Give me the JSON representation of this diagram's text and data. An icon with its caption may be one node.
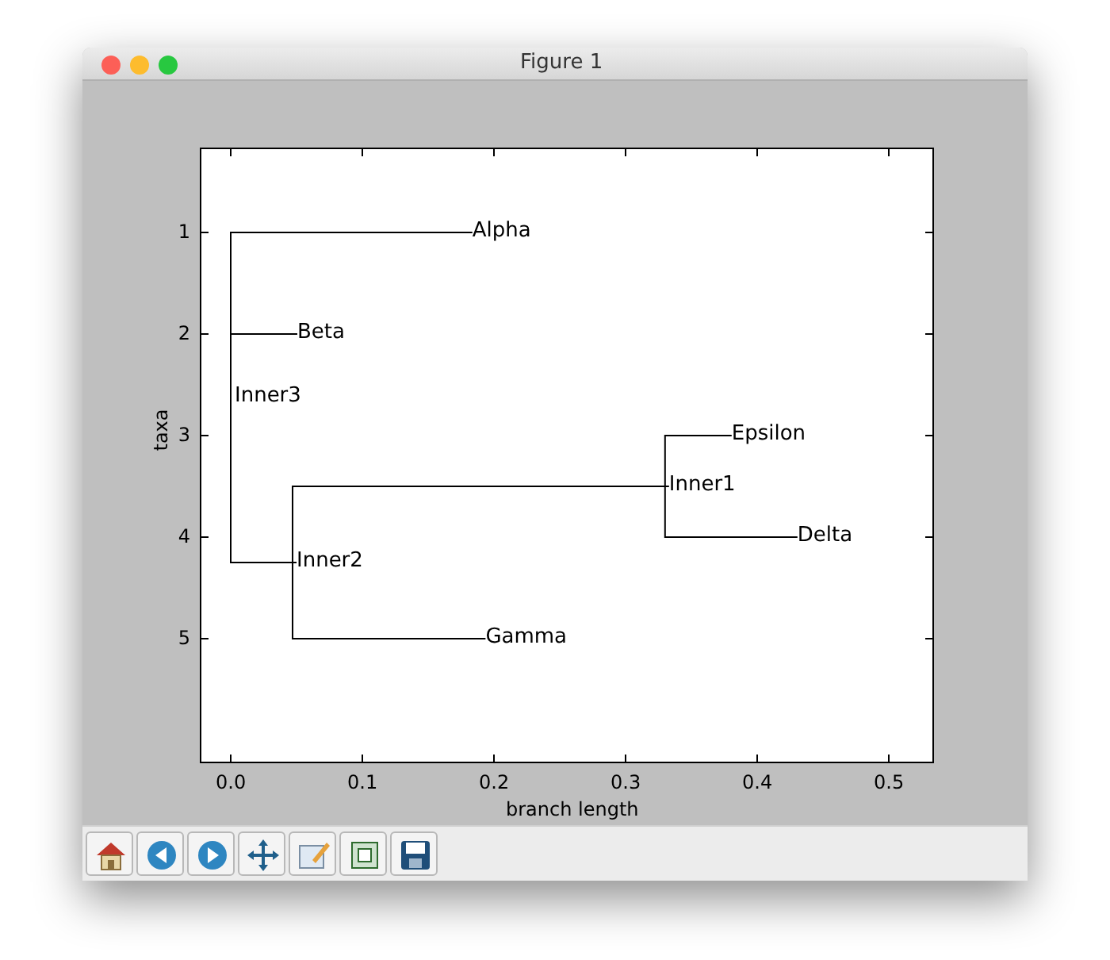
{
  "diagram": {
    "title": "Figure 1",
    "nodes": [
      {
        "text": [
          "Alpha"
        ]
      },
      {
        "text": [
          "Beta"
        ]
      },
      {
        "text": [
          "Inner3"
        ]
      },
      {
        "text": [
          "Epsilon"
        ]
      },
      {
        "text": [
          "Inner1"
        ]
      },
      {
        "text": [
          "Delta"
        ]
      },
      {
        "text": [
          "Inner2"
        ]
      },
      {
        "text": [
          "Gamma"
        ]
      }
    ],
    "edges": [
      {
        "from": 2,
        "to": 0,
        "arrow": "none"
      },
      {
        "from": 2,
        "to": 1,
        "arrow": "none"
      },
      {
        "from": 2,
        "to": 6,
        "arrow": "none"
      },
      {
        "from": 6,
        "to": 4,
        "arrow": "none"
      },
      {
        "from": 6,
        "to": 7,
        "arrow": "none"
      },
      {
        "from": 4,
        "to": 3,
        "arrow": "none"
      },
      {
        "from": 4,
        "to": 5,
        "arrow": "none"
      }
    ],
    "labels": [
      "1",
      "2",
      "3",
      "4",
      "5",
      "taxa",
      "0.0",
      "0.1",
      "0.2",
      "0.3",
      "0.4",
      "0.5",
      "branch length"
    ]
  }
}
